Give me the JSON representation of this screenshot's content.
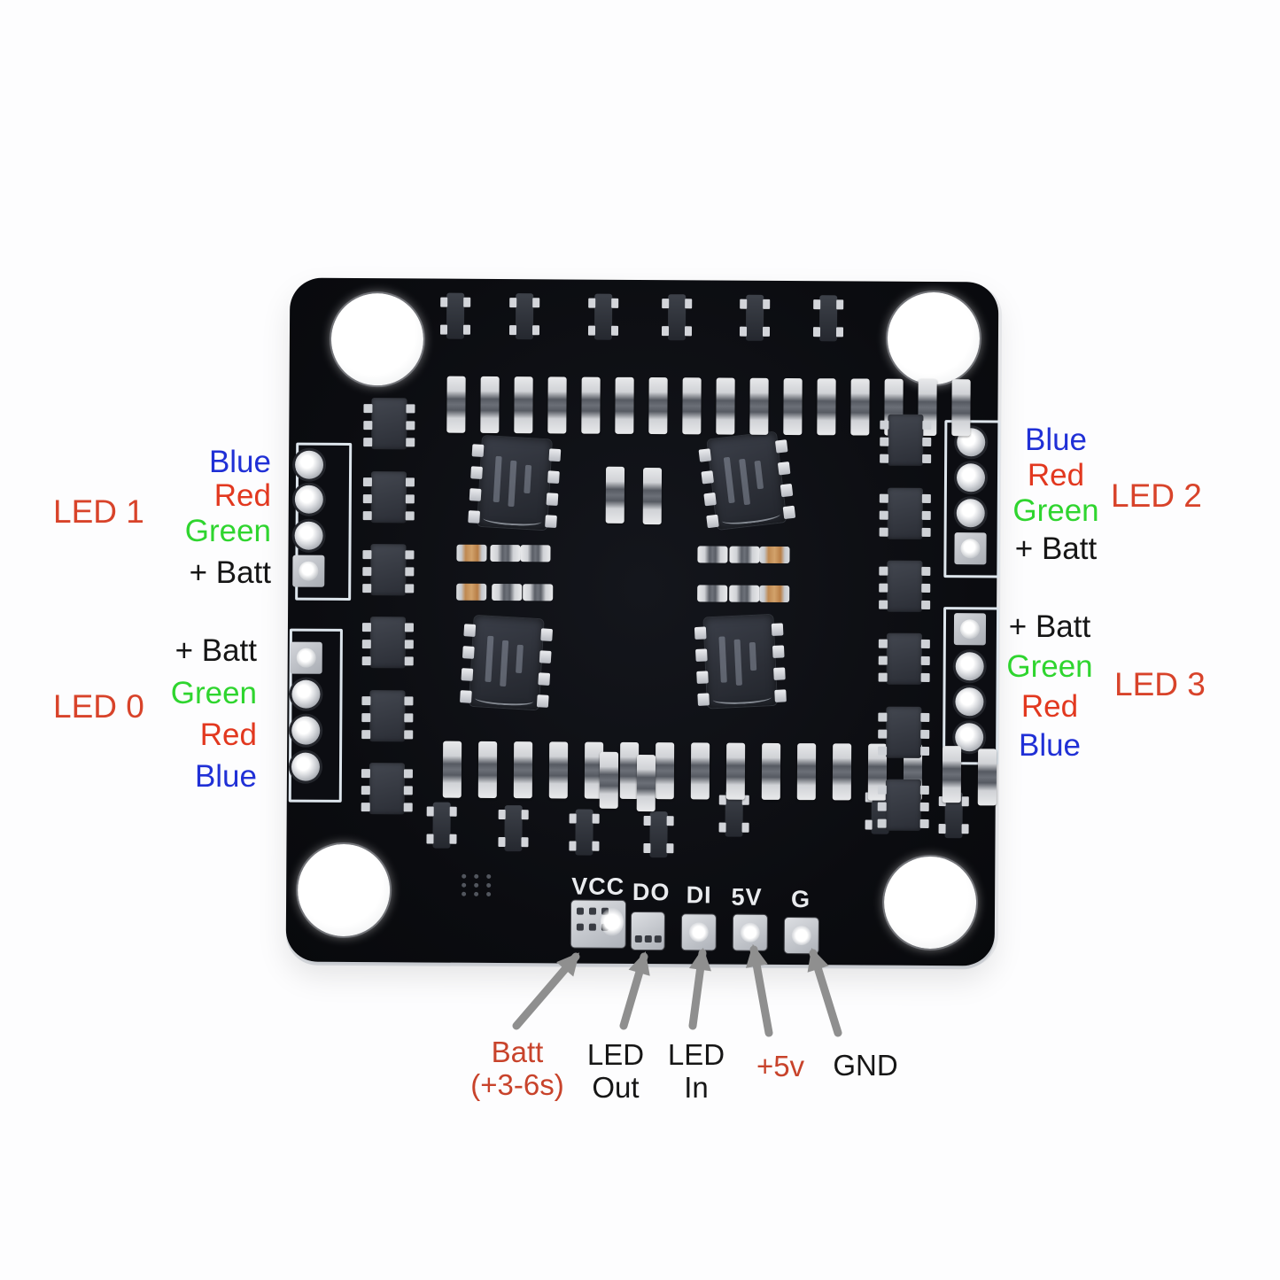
{
  "colors": {
    "blue": "#2030d6",
    "red": "#e2381f",
    "green": "#2fd52f",
    "black": "#161616",
    "led_red": "#d8432a",
    "accent_red": "#c8432b",
    "arrow": "#8f8f8f",
    "silkscreen": "#e9ebee"
  },
  "led_groups": [
    {
      "title": "LED 1",
      "pins": [
        {
          "label": "Blue",
          "color": "blue"
        },
        {
          "label": "Red",
          "color": "red"
        },
        {
          "label": "Green",
          "color": "green"
        },
        {
          "label": "+ Batt",
          "color": "black"
        }
      ]
    },
    {
      "title": "LED 0",
      "pins": [
        {
          "label": "+ Batt",
          "color": "black"
        },
        {
          "label": "Green",
          "color": "green"
        },
        {
          "label": "Red",
          "color": "red"
        },
        {
          "label": "Blue",
          "color": "blue"
        }
      ]
    },
    {
      "title": "LED 2",
      "pins": [
        {
          "label": "Blue",
          "color": "blue"
        },
        {
          "label": "Red",
          "color": "red"
        },
        {
          "label": "Green",
          "color": "green"
        },
        {
          "label": "+ Batt",
          "color": "black"
        }
      ]
    },
    {
      "title": "LED 3",
      "pins": [
        {
          "label": "+ Batt",
          "color": "black"
        },
        {
          "label": "Green",
          "color": "green"
        },
        {
          "label": "Red",
          "color": "red"
        },
        {
          "label": "Blue",
          "color": "blue"
        }
      ]
    }
  ],
  "board_pins": [
    "VCC",
    "DO",
    "DI",
    "5V",
    "G"
  ],
  "bottom_labels": [
    {
      "line1": "Batt",
      "line2": "(+3-6s)",
      "color": "accent_red"
    },
    {
      "line1": "LED",
      "line2": "Out",
      "color": "black"
    },
    {
      "line1": "LED",
      "line2": "In",
      "color": "black"
    },
    {
      "line1": "+5v",
      "line2": "",
      "color": "accent_red"
    },
    {
      "line1": "GND",
      "line2": "",
      "color": "black"
    }
  ]
}
